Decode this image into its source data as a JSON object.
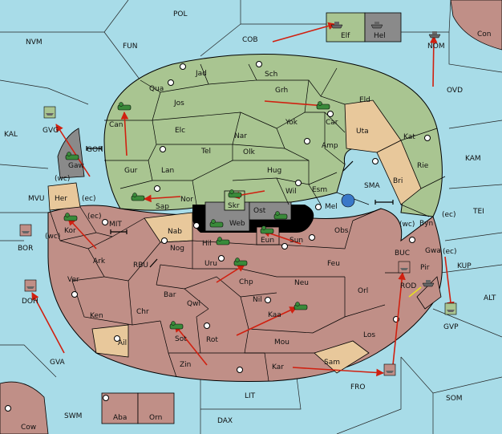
{
  "colors": {
    "sea": "#a8dce8",
    "green": "#a9c591",
    "red": "#c08f87",
    "neutral": "#e8c89b",
    "gray": "#8a8a8a",
    "dark": "#000000",
    "arrow": "#d02010",
    "fleet": "#7db0e0"
  },
  "territories": {
    "pol": "POL",
    "nvm": "NVM",
    "fun": "FUN",
    "cob": "COB",
    "elf": "Elf",
    "hel": "Hel",
    "nom": "NOM",
    "con": "Con",
    "ovd": "OVD",
    "kal": "KAL",
    "gvg": "GVG",
    "gor": "GOR",
    "gaw": "Gaw",
    "jad": "Jad",
    "sch": "Sch",
    "qua": "Qua",
    "jos": "Jos",
    "grh": "Grh",
    "eld": "Eld",
    "can": "Can",
    "elc": "Elc",
    "nar": "Nar",
    "yok": "Yok",
    "car": "Car",
    "uta": "Uta",
    "kat": "Kat",
    "kam": "KAM",
    "tel": "Tel",
    "olk": "Olk",
    "amp": "Amp",
    "gur": "Gur",
    "lan": "Lan",
    "hug": "Hug",
    "rie": "Rie",
    "sma": "SMA",
    "bri": "Bri",
    "mvu": "MVU",
    "wc1": "(wc)",
    "her": "Her",
    "ec1": "(ec)",
    "nor": "Nor",
    "skr": "Skr",
    "wil": "Wil",
    "esm": "Esm",
    "mel": "Mel",
    "sap": "Sap",
    "ost": "Ost",
    "web": "Web",
    "tei": "TEI",
    "ec2": "(ec)",
    "wc2": "(wc)",
    "byn": "Byn",
    "ec3": "(ec)",
    "kor": "Kor",
    "wc3": "(wc)",
    "mit": "MIT",
    "nab": "Nab",
    "hil": "Hil",
    "eun": "Eun",
    "sun": "Sun",
    "obs": "Obs",
    "bor": "BOR",
    "buc": "BUC",
    "gwa": "Gwa",
    "ec4": "(ec)",
    "kup": "KUP",
    "rbu": "RBU",
    "nog": "Nog",
    "ark": "Ark",
    "uru": "Uru",
    "feu": "Feu",
    "pir": "Pir",
    "ver": "Ver",
    "chp": "Chp",
    "neu": "Neu",
    "rod": "ROD",
    "orl": "Orl",
    "alt": "ALT",
    "doh": "DOH",
    "bar": "Bar",
    "qwi": "Qwi",
    "nil": "Nil",
    "ken": "Ken",
    "chr": "Chr",
    "kaa": "Kaa",
    "gvp": "GVP",
    "los": "Los",
    "sot": "Sot",
    "rot": "Rot",
    "ail": "Ail",
    "mou": "Mou",
    "gva": "GVA",
    "zin": "Zin",
    "kar": "Kar",
    "sam": "Sam",
    "fro": "FRO",
    "som": "SOM",
    "lit": "LIT",
    "swm": "SWM",
    "dax": "DAX",
    "aba": "Aba",
    "orn": "Orn",
    "cow": "Cow"
  }
}
